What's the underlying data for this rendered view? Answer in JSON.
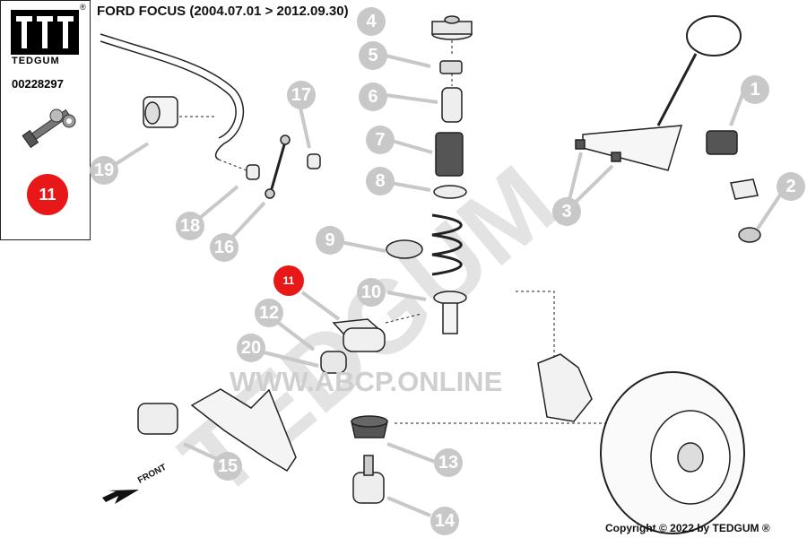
{
  "brand": {
    "name": "TEDGUM",
    "registered": "®"
  },
  "part_number": "00228297",
  "highlight_badge": "11",
  "title": "FORD FOCUS  (2004.07.01 > 2012.09.30)",
  "watermark": {
    "url": "WWW.ABCP.ONLINE",
    "text": "TEDGUM"
  },
  "front_label": "FRONT",
  "copyright": "Copyright © 2022 by TEDGUM ®",
  "callouts": {
    "c1": "1",
    "c2": "2",
    "c3": "3",
    "c4": "4",
    "c5": "5",
    "c6": "6",
    "c7": "7",
    "c8": "8",
    "c9": "9",
    "c10": "10",
    "c11": "11",
    "c12": "12",
    "c13": "13",
    "c14": "14",
    "c15": "15",
    "c16": "16",
    "c17": "17",
    "c18": "18",
    "c19": "19",
    "c20": "20"
  },
  "colors": {
    "highlight": "#e81818",
    "callout": "#c8c8c8",
    "watermark": "#d9d9d9"
  }
}
